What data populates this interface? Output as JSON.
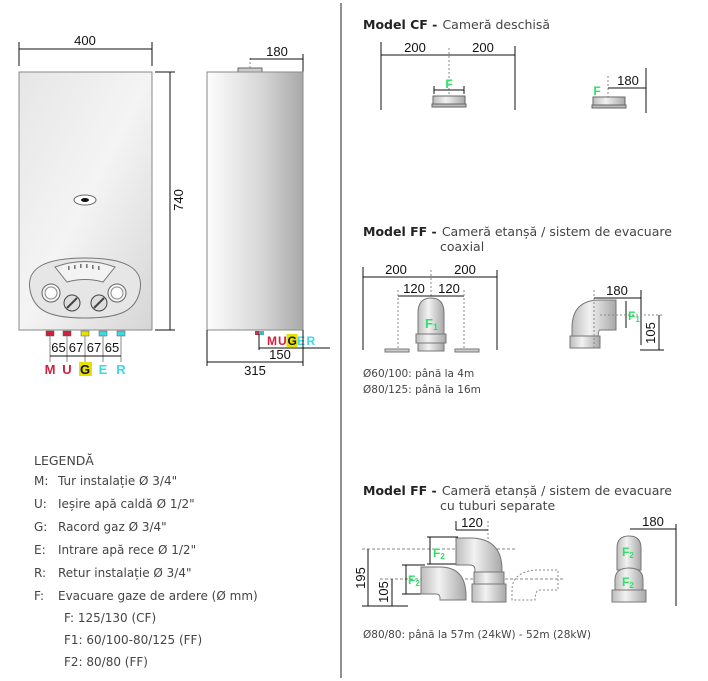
{
  "front_view": {
    "width_label": "400",
    "height_label": "740",
    "spacing_labels": [
      "65",
      "67",
      "67",
      "65"
    ],
    "connectors": [
      {
        "key": "M",
        "color": "#d0213c"
      },
      {
        "key": "U",
        "color": "#d0213c"
      },
      {
        "key": "G",
        "color": "#e8e000"
      },
      {
        "key": "E",
        "color": "#3cd8e8"
      },
      {
        "key": "R",
        "color": "#3cd8e8"
      }
    ]
  },
  "side_view": {
    "flue_offset_label": "180",
    "connection_offset_label": "150",
    "depth_label": "315",
    "connector_letters": [
      "M",
      "U",
      "G",
      "E",
      "R"
    ]
  },
  "model_cf": {
    "title_bold": "Model CF -",
    "title_rest": "Cameră deschisă",
    "dim_left": "200",
    "dim_right": "200",
    "dim_side": "180",
    "flue_label": "F"
  },
  "model_ff_coaxial": {
    "title_bold": "Model FF -",
    "title_rest_line1": "Cameră etanșă / sistem de evacuare",
    "title_rest_line2": "coaxial",
    "dim_outer_left": "200",
    "dim_outer_right": "200",
    "dim_inner_left": "120",
    "dim_inner_right": "120",
    "dim_side_width": "180",
    "dim_side_height": "105",
    "flue_label": "F",
    "flue_sub": "1",
    "notes": [
      "Ø60/100: până la 4m",
      "Ø80/125: până la 16m"
    ]
  },
  "model_ff_separate": {
    "title_bold": "Model FF -",
    "title_rest_line1": "Cameră etanșă / sistem de evacuare",
    "title_rest_line2": "cu tuburi separate",
    "dim_width": "120",
    "dim_height_outer": "195",
    "dim_height_inner": "105",
    "dim_side_width": "180",
    "flue_label": "F",
    "flue_sub": "2",
    "note": "Ø80/80: până la 57m (24kW) - 52m (28kW)"
  },
  "legend": {
    "title": "LEGENDĂ",
    "items": [
      {
        "key": "M:",
        "text": "Tur instalație Ø 3/4\""
      },
      {
        "key": "U:",
        "text": "Ieșire apă caldă Ø 1/2\""
      },
      {
        "key": "G:",
        "text": "Racord gaz Ø 3/4\""
      },
      {
        "key": "E:",
        "text": "Intrare apă rece Ø 1/2\""
      },
      {
        "key": "R:",
        "text": "Retur instalație Ø 3/4\""
      },
      {
        "key": "F:",
        "text": "Evacuare gaze de ardere (Ø mm)"
      }
    ],
    "subitems": [
      "F: 125/130 (CF)",
      "F1: 60/100-80/125 (FF)",
      "F2: 80/80 (FF)"
    ]
  },
  "colors": {
    "flue_label": "#2ee06a",
    "hot": "#d0213c",
    "gas": "#e8e000",
    "cold": "#3cd8e8"
  }
}
